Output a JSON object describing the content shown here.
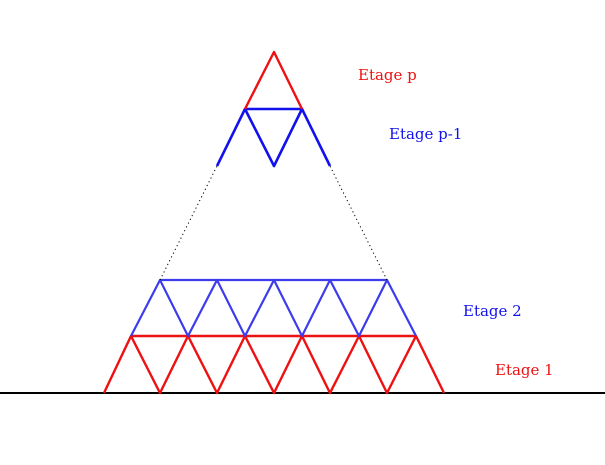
{
  "labels": {
    "etage_p": "Etage p",
    "etage_p_minus_1": "Etage p-1",
    "etage_2": "Etage 2",
    "etage_1": "Etage 1"
  },
  "colors": {
    "red": "#ee1111",
    "blue_strong": "#1111ee",
    "blue_light": "#3c3cee",
    "ground": "#000000",
    "dots": "#000000"
  }
}
